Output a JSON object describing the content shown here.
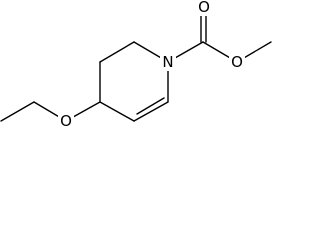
{
  "structure": {
    "atoms": {
      "n1": "N",
      "o_carbonyl": "O",
      "o_ester": "O",
      "o_ether": "O"
    }
  },
  "colors": {
    "bond": "#000000",
    "background": "#ffffff"
  }
}
